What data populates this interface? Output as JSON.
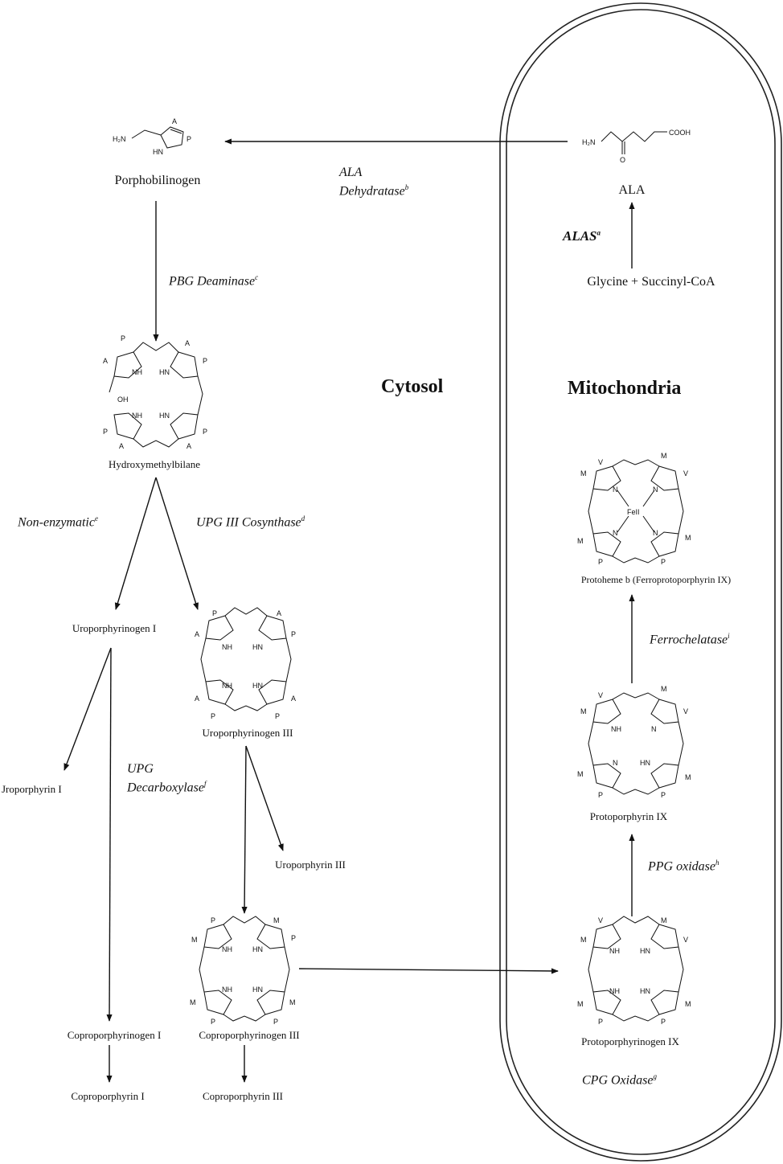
{
  "compartments": {
    "cytosol": "Cytosol",
    "mitochondria": "Mitochondria"
  },
  "molecules": {
    "porphobilinogen": "Porphobilinogen",
    "ala": "ALA",
    "glycine_succinyl": "Glycine + Succinyl-CoA",
    "hydroxymethylbilane": "Hydroxymethylbilane",
    "uroporphyrinogen_1": "Uroporphyrinogen I",
    "uroporphyrinogen_3": "Uroporphyrinogen III",
    "uroporphyrin_1": "Jroporphyrin I",
    "uroporphyrin_3": "Uroporphyrin III",
    "coproporphyrinogen_1": "Coproporphyrinogen I",
    "coproporphyrinogen_3": "Coproporphyrinogen III",
    "coproporphyrin_1": "Coproporphyrin I",
    "coproporphyrin_3": "Coproporphyrin III",
    "protoporphyrinogen_9": "Protoporphyrinogen IX",
    "protoporphyrin_9": "Protoporphyrin IX",
    "protoheme": "Protoheme b (Ferroprotoporphyrin IX)"
  },
  "enzymes": {
    "alas": "ALAS",
    "alas_sup": "a",
    "ala_dehydratase_1": "ALA",
    "ala_dehydratase_2": "Dehydratase",
    "ala_dehydratase_sup": "b",
    "pbg_deaminase": "PBG Deaminase",
    "pbg_deaminase_sup": "c",
    "non_enzymatic": "Non-enzymatic",
    "non_enzymatic_sup": "e",
    "upg3_cosynthase": "UPG III Cosynthase",
    "upg3_cosynthase_sup": "d",
    "upg_decarboxylase_1": "UPG",
    "upg_decarboxylase_2": "Decarboxylase",
    "upg_decarboxylase_sup": "f",
    "cpg_oxidase": "CPG Oxidase",
    "cpg_oxidase_sup": "g",
    "ppg_oxidase": "PPG oxidase",
    "ppg_oxidase_sup": "h",
    "ferrochelatase": "Ferrochelatase",
    "ferrochelatase_sup": "i"
  },
  "structure_text": {
    "h2n": "H₂N",
    "cooh": "COOH",
    "o": "O",
    "a": "A",
    "p": "P",
    "m": "M",
    "v": "V",
    "nh": "NH",
    "hn": "HN",
    "n": "N",
    "oh": "OH",
    "fe": "FeII"
  }
}
